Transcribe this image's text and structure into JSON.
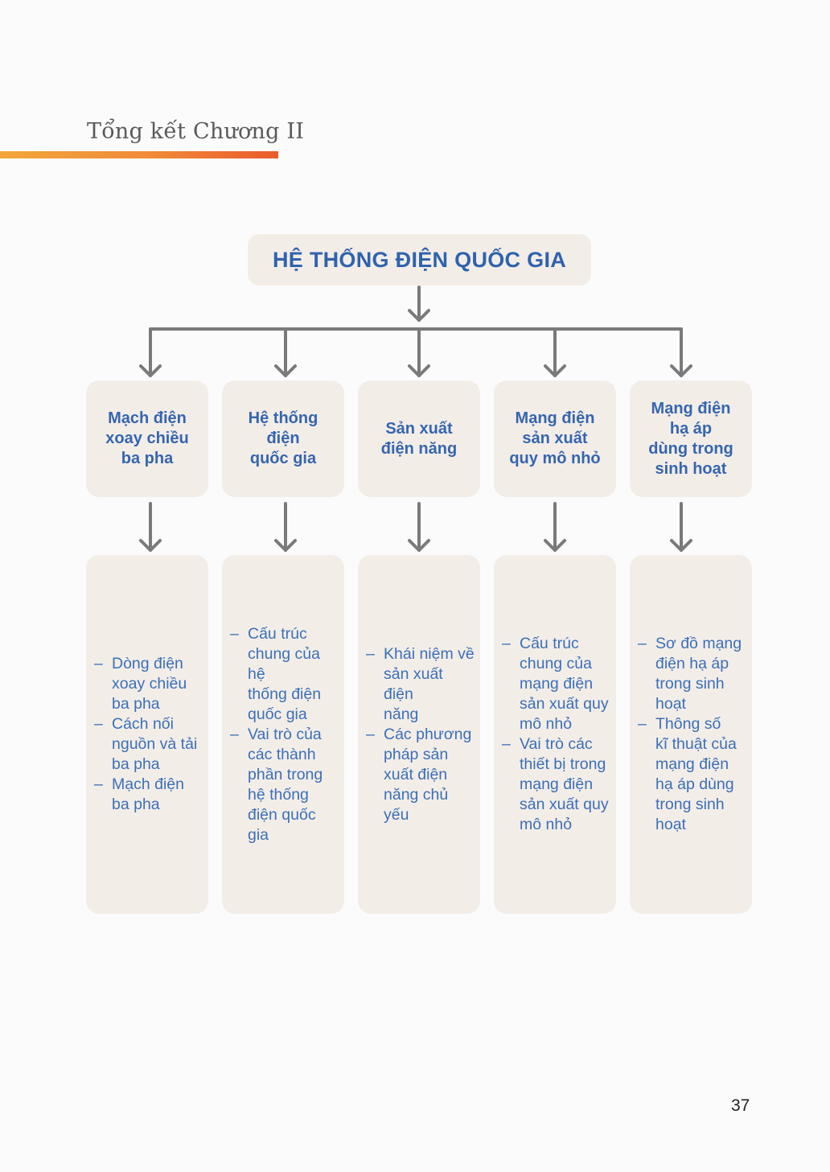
{
  "page": {
    "chapter_title": "Tổng kết Chương II",
    "page_number": "37"
  },
  "diagram": {
    "root": "HỆ THỐNG ĐIỆN QUỐC GIA",
    "branches": [
      {
        "heading": "Mạch điện\nxoay chiều\nba pha",
        "items": [
          "Dòng điện\nxoay chiều\nba pha",
          "Cách nối\nnguồn và tải\nba pha",
          "Mạch điện\nba pha"
        ]
      },
      {
        "heading": "Hệ thống\nđiện\nquốc gia",
        "items": [
          "Cấu trúc\nchung của hệ\nthống điện\nquốc gia",
          "Vai trò của\ncác thành\nphần trong\nhệ thống\nđiện quốc gia"
        ]
      },
      {
        "heading": "Sản xuất\nđiện năng",
        "items": [
          "Khái niệm về\nsản xuất điện\nnăng",
          "Các phương\npháp sản\nxuất điện\nnăng chủ yếu"
        ]
      },
      {
        "heading": "Mạng điện\nsản xuất\nquy mô nhỏ",
        "items": [
          "Cấu trúc\nchung của\nmạng điện\nsản xuất quy\nmô nhỏ",
          "Vai trò các\nthiết bị trong\nmạng điện\nsản xuất quy\nmô nhỏ"
        ]
      },
      {
        "heading": "Mạng điện\nhạ áp\ndùng trong\nsinh hoạt",
        "items": [
          "Sơ đồ mạng\nđiện hạ áp\ntrong sinh\nhoạt",
          "Thông số\nkĩ thuật của\nmạng điện\nhạ áp dùng\ntrong sinh\nhoạt"
        ]
      }
    ]
  },
  "colors": {
    "box_fill": "#f3ede8",
    "heading_text": "#3566b0",
    "item_text": "#3a70b8",
    "arrow": "#7a7a7c",
    "accent_bar_start": "#f2a63a",
    "accent_bar_end": "#ea5a2c"
  }
}
